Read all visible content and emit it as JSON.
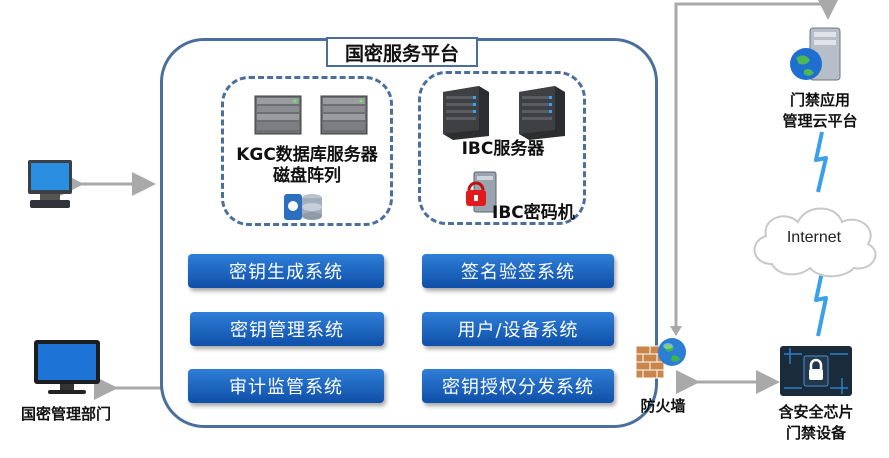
{
  "platform": {
    "title": "国密服务平台",
    "zone_left": {
      "label_line1": "KGC数据库服务器",
      "label_line2": "磁盘阵列"
    },
    "zone_right": {
      "label_server": "IBC服务器",
      "label_crypto": "IBC密码机"
    },
    "systems": [
      "密钥生成系统",
      "签名验签系统",
      "密钥管理系统",
      "用户/设备系统",
      "审计监管系统",
      "密钥授权分发系统"
    ]
  },
  "external": {
    "admin_dept": "国密管理部门",
    "firewall": "防火墙",
    "cloud_platform_line1": "门禁应用",
    "cloud_platform_line2": "管理云平台",
    "internet": "Internet",
    "device_line1": "含安全芯片",
    "device_line2": "门禁设备"
  },
  "colors": {
    "frame": "#4a6f9c",
    "button_top": "#2f7fd8",
    "button_bottom": "#0f4fa8",
    "connector": "#a9a9a9",
    "lightning": "#3aa0e8"
  },
  "icons": [
    "desktop-computer-icon",
    "monitor-icon",
    "rack-server-icon",
    "tower-server-icon",
    "database-icon",
    "lock-icon",
    "firewall-icon",
    "globe-icon",
    "cloud-server-icon",
    "chip-lock-icon",
    "cloud-icon",
    "lightning-icon"
  ]
}
